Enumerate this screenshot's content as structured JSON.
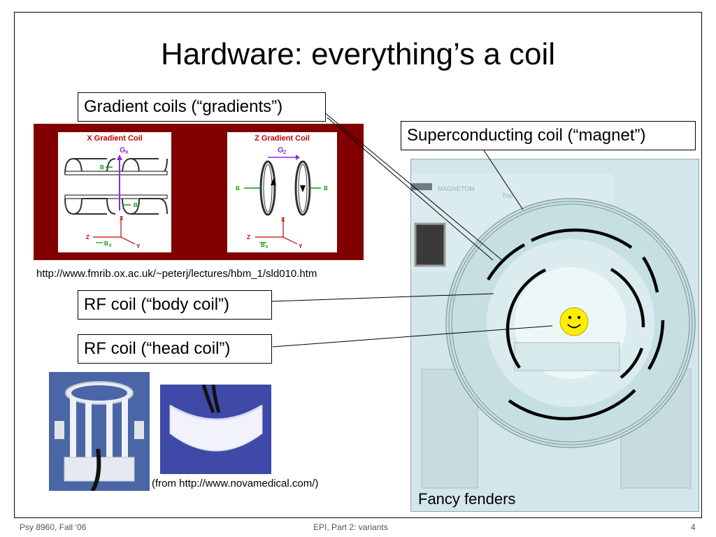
{
  "slide": {
    "title": "Hardware:  everything’s a coil",
    "labels": {
      "gradient": "Gradient coils (“gradients”)",
      "magnet": "Superconducting coil (“magnet”)",
      "body": "RF coil (“body coil”)",
      "head": "RF coil (“head coil”)"
    },
    "diagram": {
      "x_title": "X  Gradient Coil",
      "z_title": "Z  Gradient Coil",
      "gx": "G",
      "gx_sub": "X",
      "gz": "G",
      "gz_sub": "Z",
      "b": "B",
      "x_axis": "X",
      "y_axis": "Y",
      "z_axis": "Z",
      "b0": "B",
      "b0_sub": "0"
    },
    "captions": {
      "fmrib_url": "http://www.fmrib.ox.ac.uk/~peterj/lectures/hbm_1/sld010.htm",
      "novamedical": "(from http://www.novamedical.com/)",
      "fenders": "Fancy fenders"
    },
    "photo_text": {
      "brand": "MAGNETOM",
      "model": "Trio"
    },
    "footer": {
      "left": "Psy 8960, Fall ‘06",
      "center": "EPI, Part 2:  variants",
      "page": "4"
    },
    "colors": {
      "diagram_bg": "#800000",
      "smiley": "#ffee00"
    }
  }
}
